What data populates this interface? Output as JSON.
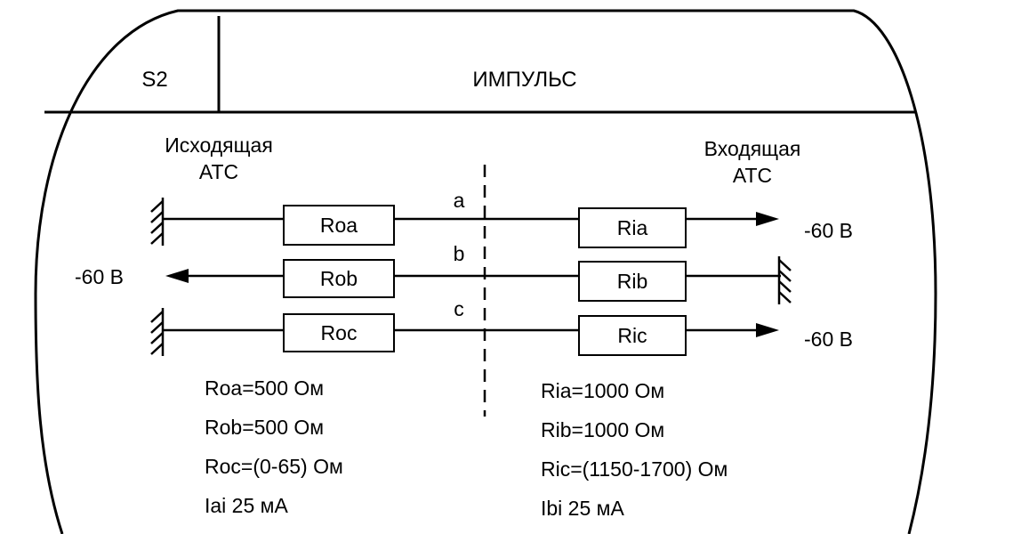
{
  "header": {
    "cell_label": "S2",
    "title": "ИМПУЛЬС"
  },
  "stations": {
    "outgoing": {
      "line1": "Исходящая",
      "line2": "АТС"
    },
    "incoming": {
      "line1": "Входящая",
      "line2": "АТС"
    }
  },
  "wires": {
    "a": {
      "label": "a",
      "left_resistor": "Roa",
      "right_resistor": "Ria",
      "right_voltage": "-60 В"
    },
    "b": {
      "label": "b",
      "left_resistor": "Rob",
      "right_resistor": "Rib",
      "left_voltage": "-60 В"
    },
    "c": {
      "label": "c",
      "left_resistor": "Roc",
      "right_resistor": "Ric",
      "right_voltage": "-60 В"
    }
  },
  "parameters": {
    "left": [
      "Roa=500 Ом",
      "Rob=500 Ом",
      "Roc=(0-65) Ом",
      "Iai 25 мА"
    ],
    "right": [
      "Ria=1000 Ом",
      "Rib=1000 Ом",
      "Ric=(1150-1700) Ом",
      "Ibi 25 мА"
    ]
  }
}
